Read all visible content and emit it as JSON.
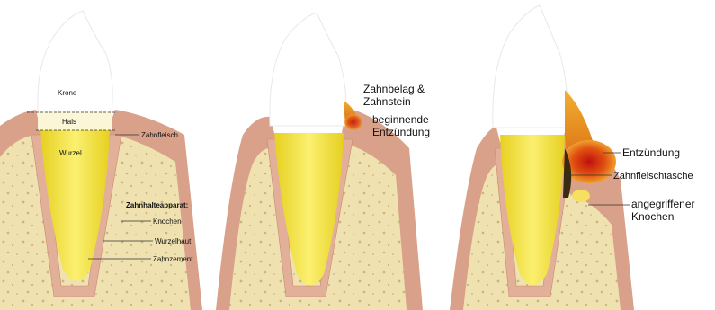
{
  "panels": [
    {
      "id": "healthy",
      "labels": {
        "crown": "Krone",
        "neck": "Hals",
        "root": "Wurzel",
        "gum": "Zahnfleisch",
        "apparatus_title": "Zahnhalteapparat:",
        "bone": "Knochen",
        "root_membrane": "Wurzelhaut",
        "cementum": "Zahnzement"
      }
    },
    {
      "id": "beginning",
      "labels": {
        "plaque_line1": "Zahnbelag &",
        "plaque_line2": "Zahnstein",
        "inflammation_line1": "beginnende",
        "inflammation_line2": "Entzündung"
      }
    },
    {
      "id": "advanced",
      "labels": {
        "inflammation": "Entzündung",
        "pocket": "Zahnfleischtasche",
        "bone_line1": "angegriffener",
        "bone_line2": "Knochen"
      }
    }
  ],
  "colors": {
    "enamel": "#ffffff",
    "root": "#f0e030",
    "gum": "#d9a08a",
    "bone": "#efe2b0",
    "inflammation": "#d84a10",
    "plaque": "#e8a020"
  }
}
